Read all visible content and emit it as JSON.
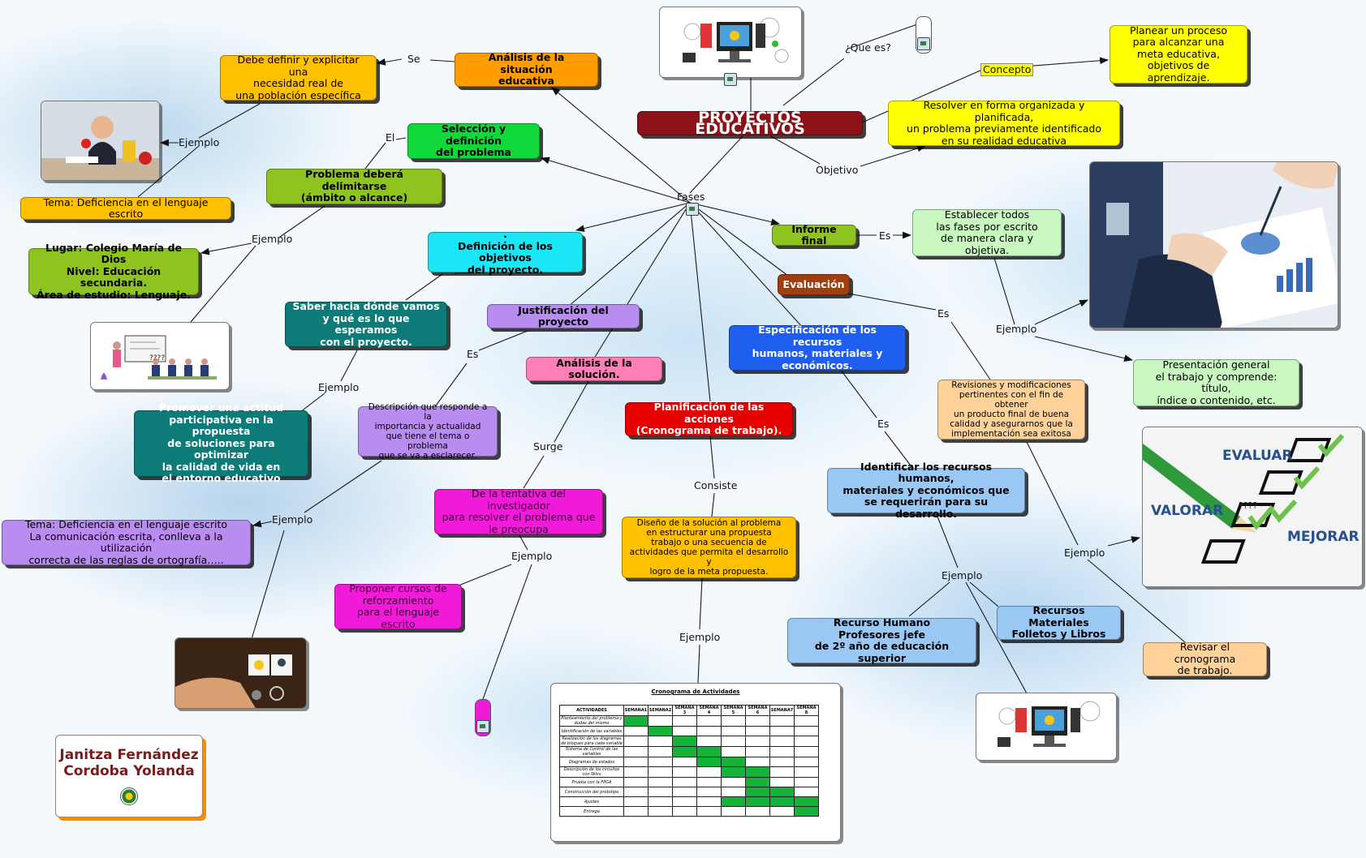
{
  "title": "PROYECTOS EDUCATIVOS",
  "author": "Janitza Fernández\nCordoba Yolanda",
  "labels": {
    "que_es": "¿Que es?",
    "concepto": "Concepto",
    "objetivo": "Objetivo",
    "fases": "Fases",
    "se": "Se",
    "el": "El",
    "ejemplo": "Ejemplo",
    "es": "Es",
    "surge": "Surge",
    "consiste": "Consiste"
  },
  "nodes": {
    "concepto_def": "Planear un proceso\npara alcanzar una\nmeta educativa,\nobjetivos de aprendizaje.",
    "objetivo_def": "Resolver en forma organizada y planificada,\nun problema previamente identificado\nen su realidad educativa",
    "analisis_situacion": "Análisis de la situación\neducativa",
    "necesidad": "Debe definir y explicitar una\nnecesidad real de\nuna población específica",
    "tema1": "Tema: Deficiencia en el lenguaje escrito",
    "seleccion": "Selección y definición\ndel problema",
    "problema_delimitar": "Problema deberá delimitarse\n(ámbito o alcance)",
    "lugar": "Lugar: Colegio María de Dios\nNivel: Educación secundaria.\nÁrea de estudio: Lenguaje.",
    "definicion_objetivos": ".\nDefinición de los objetivos\ndel proyecto.",
    "saber_hacia": "Saber hacia dónde vamos\ny qué es lo que esperamos\ncon el proyecto.",
    "promover": "Promover una actitud\nparticipativa en la propuesta\nde soluciones para optimizar\nla calidad de vida en\nel entorno educativo",
    "justificacion": "Justificación del proyecto",
    "descripcion": "Descripción  que responde a la\nimportancia y actualidad\nque tiene el tema o problema\nque se va a esclarecer.",
    "tema2": "Tema: Deficiencia en el lenguaje escrito\nLa comunicación escrita, conlleva a la utilización\ncorrecta de las reglas de ortografía…..",
    "analisis_solucion": "Análisis de la solución.",
    "tentativa": "De la tentativa del investigador\npara resolver el problema que\nle preocupa",
    "cursos": "Proponer cursos de\nreforzamiento\npara el lenguaje escrito",
    "planificacion": "Planificación de las acciones\n(Cronograma de trabajo).",
    "diseno": "Diseño de la solución al problema\nen estructurar una propuesta\ntrabajo o una secuencia de\nactividades que permita el desarrollo y\nlogro de la meta propuesta.",
    "especificacion": "Especificación de los recursos\nhumanos, materiales y\neconómicos.",
    "identificar": "Identificar los recursos humanos,\nmateriales y económicos que\nse requerirán para su desarrollo.",
    "recurso_humano": "Recurso Humano\nProfesores jefe\nde 2º año de educación superior",
    "recursos_materiales": "Recursos Materiales\nFolletos y Libros",
    "informe_final": "Informe final",
    "establecer": "Establecer todos\nlas fases por escrito\nde manera clara y objetiva.",
    "presentacion": "Presentación general\nel trabajo y comprende: título,\níndice o contenido, etc.",
    "evaluacion": "Evaluación",
    "revisiones": "Revisiones y modificaciones\npertinentes con el fin de obtener\nun producto final de buena\ncalidad y asegurarnos que la\nimplementación sea exitosa",
    "revisar": "Revisar el cronograma\nde trabajo."
  },
  "eval_image": {
    "evaluar": "EVALUAR",
    "valorar": "VALORAR",
    "mejorar": "MEJORAR",
    "q": "????"
  },
  "classroom_q": "????",
  "gantt": {
    "title": "Cronograma de Actividades",
    "headers": [
      "ACTIVIDADES",
      "SEMANA1",
      "SEMANA2",
      "SEMANA 3",
      "SEMANA 4",
      "SEMANA 5",
      "SEMANA 6",
      "SEMANA7",
      "SEMANA 8"
    ],
    "rows": [
      "Planteamiento del problema y dudas del mismo",
      "Identificación de las variables",
      "Realización de los diagramas de bloques para cada variable",
      "Sistema de Control de las variables",
      "Diagramas de estados",
      "Descripción de los circuitos con Nilvs",
      "Prueba con la FPGA",
      "Construcción del prototipo",
      "Ajustes",
      "Entrega"
    ],
    "filled": [
      [
        1
      ],
      [
        2
      ],
      [
        3
      ],
      [
        3,
        4
      ],
      [
        4,
        5
      ],
      [
        5,
        6
      ],
      [
        6
      ],
      [
        6,
        7
      ],
      [
        5,
        6,
        7,
        8
      ],
      [
        8
      ]
    ]
  },
  "colors": {
    "title_bg": "#8b1219",
    "orange": "#ff9d00",
    "yellow": "#ffff00",
    "green": "#11d83a",
    "lime": "#8fc31f",
    "cyan": "#1ae6f5",
    "teal": "#0d7c78",
    "lavender": "#b98cf0",
    "pink": "#ff7fb6",
    "magenta": "#f01ad8",
    "red": "#e60000",
    "gold": "#ffc000",
    "blue": "#1f5ff0",
    "lightblue": "#9ac8f4",
    "lightgreen": "#c8f7c0",
    "peach": "#ffd29a",
    "brown": "#a13e10"
  }
}
